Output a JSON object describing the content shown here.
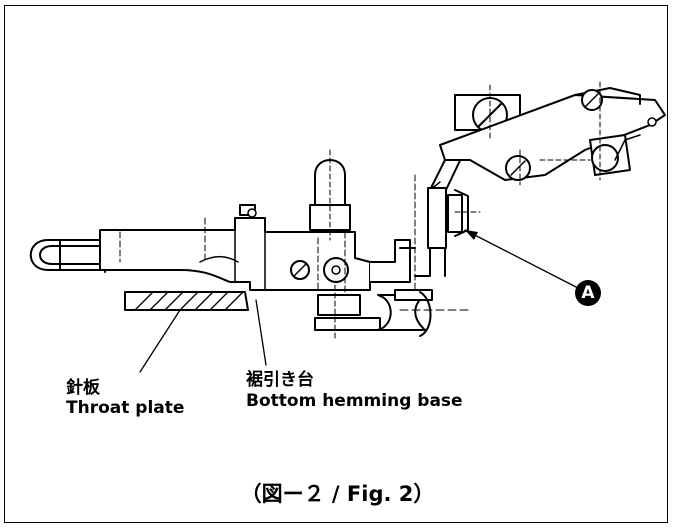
{
  "labels": {
    "throat_plate_jp": "針板",
    "throat_plate_en": "Throat plate",
    "hemming_base_jp": "裾引き台",
    "hemming_base_en": "Bottom hemming base",
    "callout": "A"
  },
  "caption": "（図ー２ / Fig. 2）"
}
